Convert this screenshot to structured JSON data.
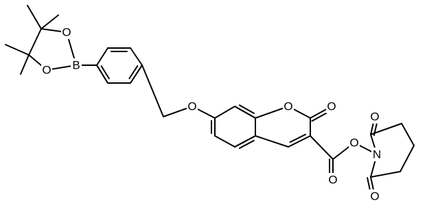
{
  "diagram": {
    "type": "chemical-structure",
    "atoms": {
      "boron": "B",
      "pinacol_o_upper": "O",
      "pinacol_o_lower": "O",
      "ether_o": "O",
      "ring_o": "O",
      "lactone_carbonyl_o": "O",
      "ester_carbonyl_o": "O",
      "ester_o": "O",
      "imide_n": "N",
      "imide_carbonyl_o_upper": "O",
      "imide_carbonyl_o_lower": "O"
    }
  }
}
